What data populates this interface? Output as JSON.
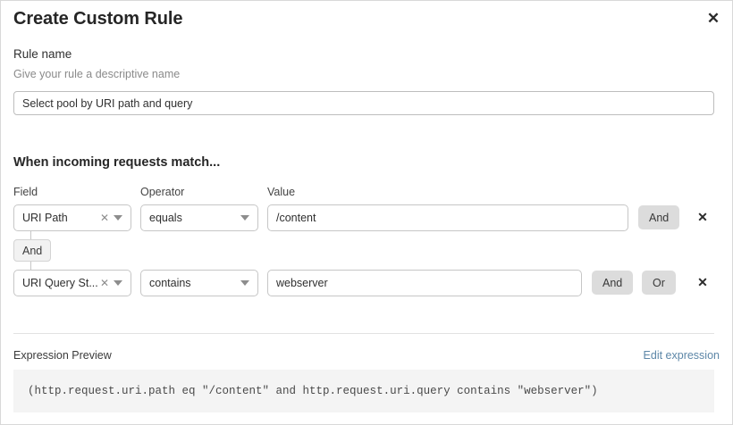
{
  "dialog": {
    "title": "Create Custom Rule",
    "close_icon": "close-icon"
  },
  "rule_name": {
    "label": "Rule name",
    "help": "Give your rule a descriptive name",
    "value": "Select pool by URI path and query",
    "placeholder": ""
  },
  "match_section": {
    "heading": "When incoming requests match...",
    "columns": {
      "field": "Field",
      "operator": "Operator",
      "value": "Value"
    },
    "connector": {
      "label": "And"
    },
    "rows": [
      {
        "field": "URI Path",
        "operator": "equals",
        "value": "/content",
        "clear_icon": "clear-icon",
        "caret_icon": "chevron-down-icon",
        "delete_icon": "close-icon",
        "buttons": [
          "And"
        ]
      },
      {
        "field": "URI Query St...",
        "operator": "contains",
        "value": "webserver",
        "clear_icon": "clear-icon",
        "caret_icon": "chevron-down-icon",
        "delete_icon": "close-icon",
        "buttons": [
          "And",
          "Or"
        ]
      }
    ]
  },
  "expression": {
    "label": "Expression Preview",
    "edit_link": "Edit expression",
    "text": "(http.request.uri.path eq \"/content\" and http.request.uri.query contains \"webserver\")"
  },
  "colors": {
    "link": "#5d87a8",
    "button_bg": "#dcdcdc",
    "preview_bg": "#f4f4f4"
  }
}
